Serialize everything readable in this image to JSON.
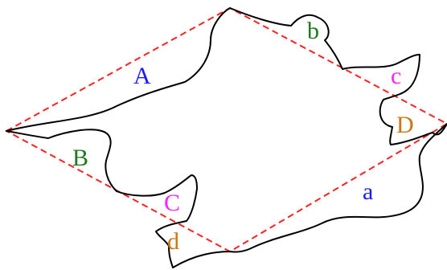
{
  "labels": {
    "A": {
      "text": "A",
      "color": "#1a1aff"
    },
    "b": {
      "text": "b",
      "color": "#1e7a1e"
    },
    "c": {
      "text": "c",
      "color": "#ff22ff"
    },
    "D": {
      "text": "D",
      "color": "#cc7711"
    },
    "B": {
      "text": "B",
      "color": "#1e7a1e"
    },
    "C": {
      "text": "C",
      "color": "#ff22ff"
    },
    "d": {
      "text": "d",
      "color": "#cc7711"
    },
    "a": {
      "text": "a",
      "color": "#1a1aff"
    }
  },
  "colors": {
    "dashed_rhombus": "#ff2020",
    "curve": "#000000"
  }
}
